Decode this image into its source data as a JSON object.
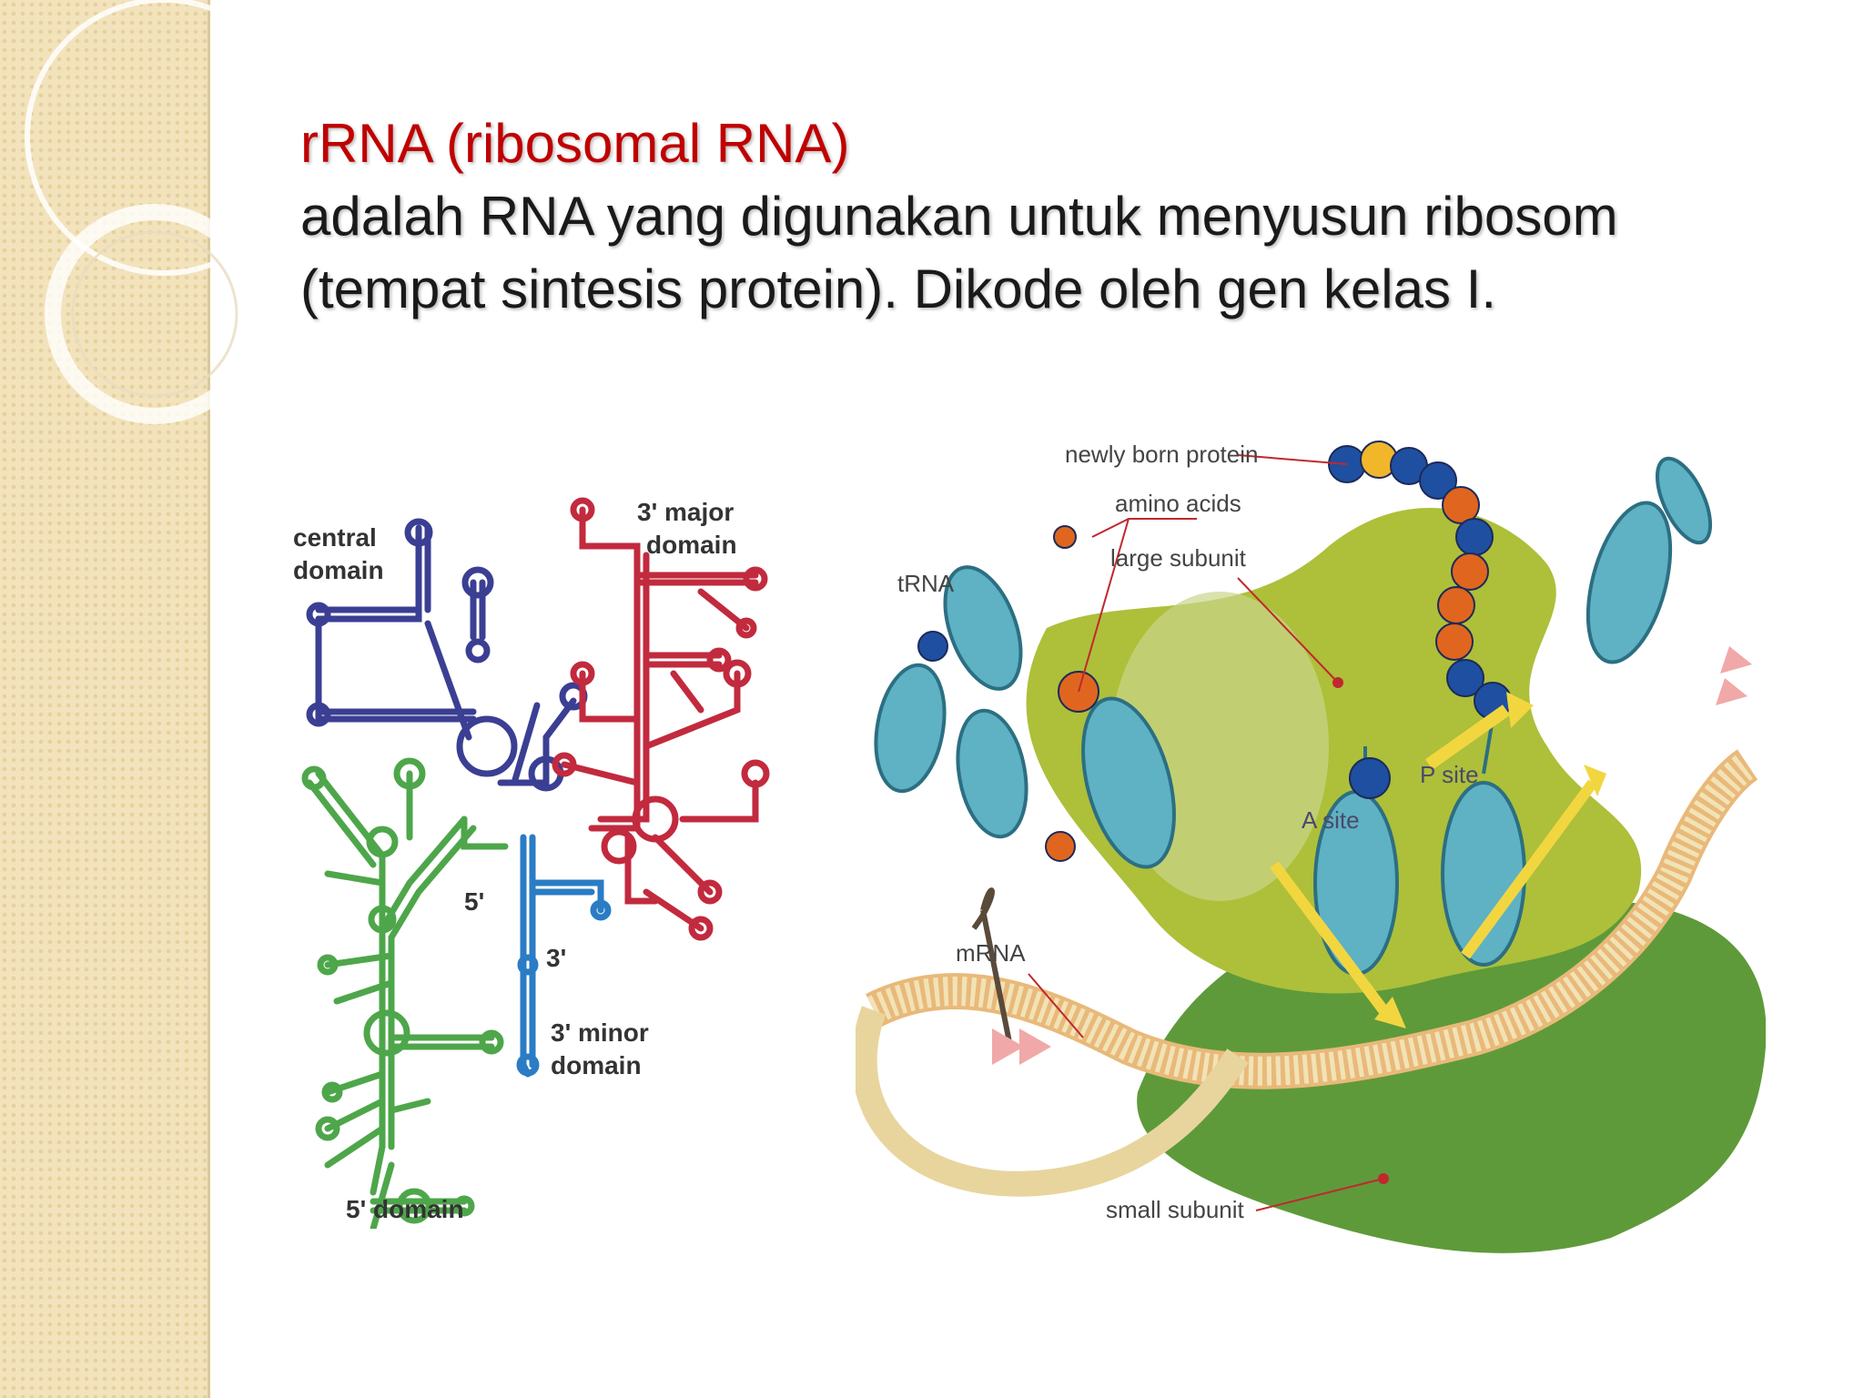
{
  "slide": {
    "title": "rRNA (ribosomal RNA)",
    "body": "adalah RNA yang digunakan untuk menyusun ribosom (tempat sintesis protein). Dikode oleh gen kelas I."
  },
  "rrna_diagram": {
    "labels": {
      "central_1": "central",
      "central_2": "domain",
      "major_1": "3' major",
      "major_2": "domain",
      "five_prime": "5'",
      "three_prime": "3'",
      "minor_1": "3' minor",
      "minor_2": "domain",
      "five_domain": "5' domain"
    },
    "colors": {
      "central": "#3b3f93",
      "major": "#c22a3e",
      "five": "#4ea64a",
      "minor": "#2a7cc4"
    }
  },
  "ribosome_diagram": {
    "labels": {
      "newly_born_protein": "newly born protein",
      "amino_acids": "amino acids",
      "large_subunit": "large subunit",
      "trna": "tRNA",
      "p_site": "P site",
      "a_site": "A site",
      "mrna": "mRNA",
      "small_subunit": "small subunit"
    },
    "colors": {
      "large_subunit": "#aebf3a",
      "small_subunit": "#5e9a3a",
      "trna": "#5fb1c4",
      "mrna": "#f1e3b6"
    }
  }
}
